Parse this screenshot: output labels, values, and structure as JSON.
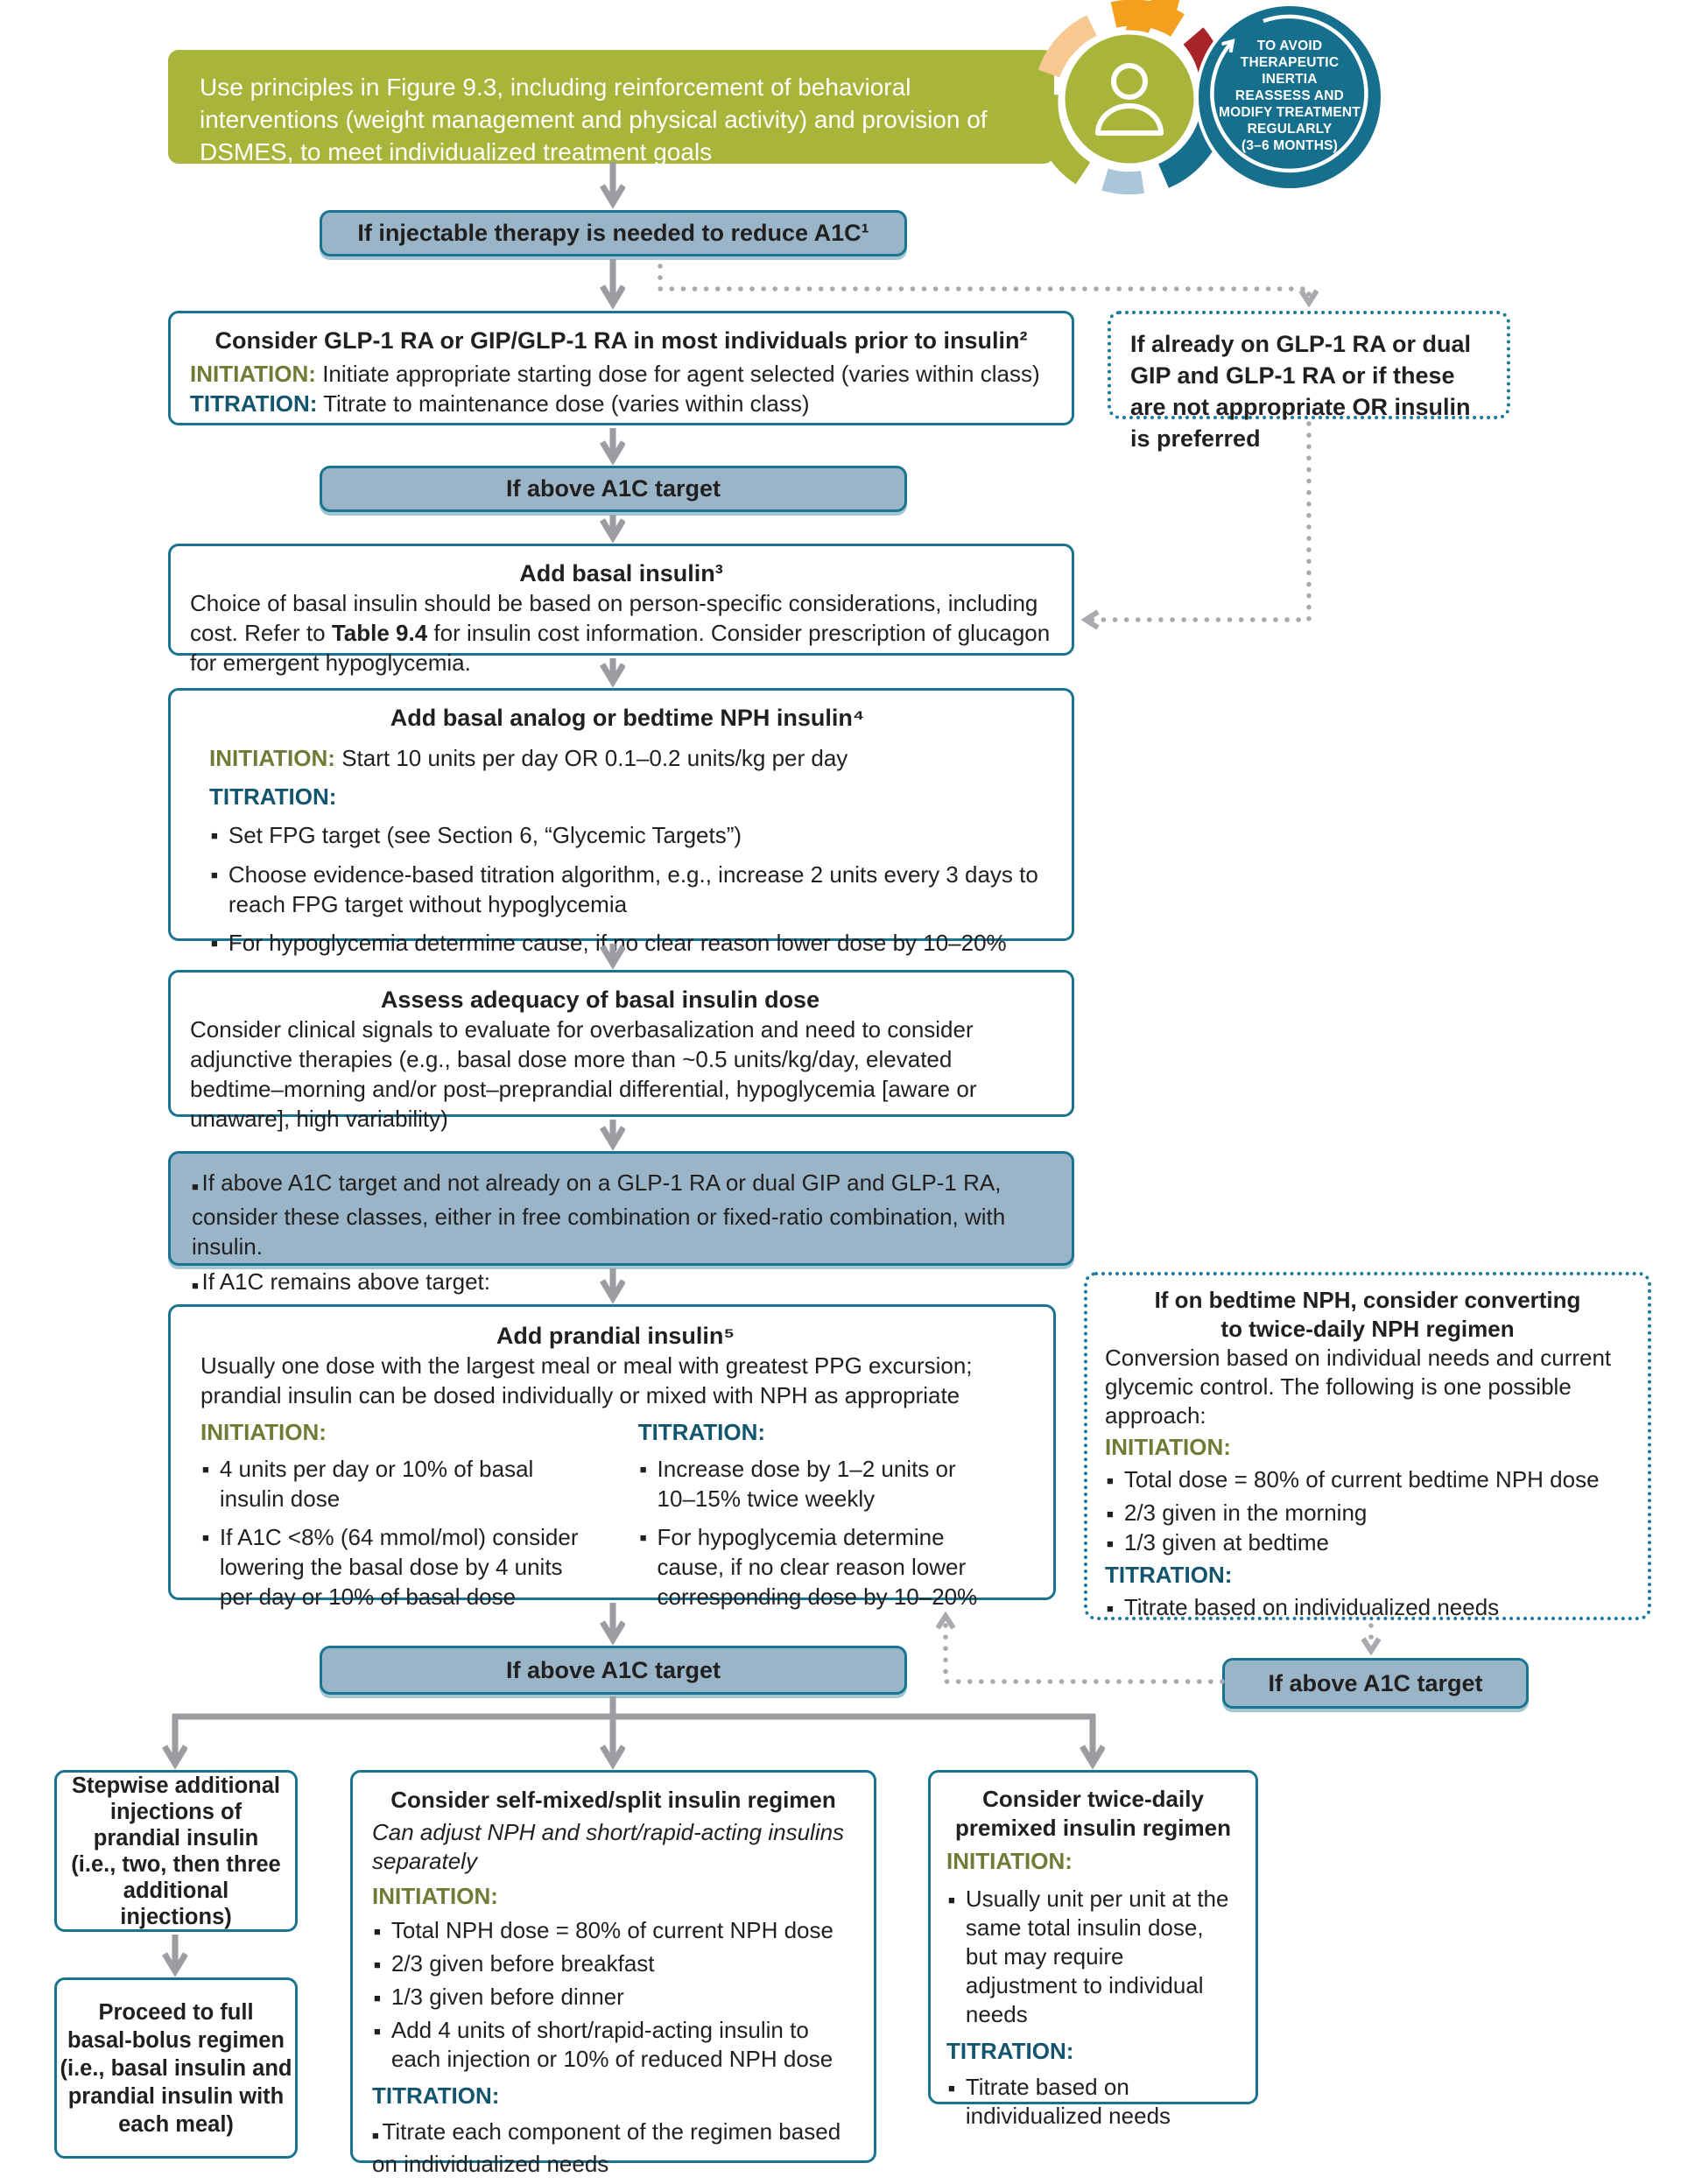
{
  "labels": {
    "initiation": "INITIATION:",
    "titration": "TITRATION:"
  },
  "header": {
    "text": "Use principles in Figure 9.3, including reinforcement of behavioral interventions (weight management and physical activity) and provision of DSMES, to meet individualized treatment goals"
  },
  "cycle": {
    "badge_text": "TO AVOID\nTHERAPEUTIC\nINERTIA\nREASSESS AND\nMODIFY TREATMENT\nREGULARLY\n(3–6 MONTHS)"
  },
  "boxes": {
    "injectable": {
      "title": "If injectable therapy is needed to reduce A1C¹"
    },
    "glp1": {
      "title": "Consider GLP-1 RA or GIP/GLP-1 RA in most individuals prior to insulin²",
      "initiation_text": "Initiate appropriate starting dose for agent selected (varies within class)",
      "titration_text": "Titrate to maintenance dose (varies within class)"
    },
    "already_on": {
      "text": "If already on GLP-1 RA or dual GIP and GLP-1 RA or if these are not appropriate OR insulin is preferred"
    },
    "above_a1c_1": {
      "title": "If above A1C target"
    },
    "add_basal": {
      "title": "Add basal insulin³",
      "body_pre": "Choice of basal insulin should be based on person-specific considerations, including cost. Refer to ",
      "body_bold": "Table 9.4",
      "body_post": " for insulin cost information. Consider prescription of glucagon for emergent hypoglycemia."
    },
    "basal_analog": {
      "title": "Add basal analog or bedtime NPH insulin⁴",
      "initiation_text": "Start 10 units per day OR 0.1–0.2 units/kg per day",
      "bullets": [
        "Set FPG target (see Section 6, “Glycemic Targets”)",
        "Choose evidence-based titration algorithm, e.g., increase 2 units every 3 days to reach FPG target without hypoglycemia",
        "For hypoglycemia determine cause, if no clear reason lower dose by 10–20%"
      ]
    },
    "assess": {
      "title": "Assess adequacy of basal insulin dose",
      "body": "Consider clinical signals to evaluate for overbasalization and need to consider adjunctive therapies (e.g., basal dose more than ~0.5 units/kg/day, elevated bedtime–morning and/or post–preprandial differential, hypoglycemia [aware or unaware], high variability)"
    },
    "consider_combo": {
      "bullet1": "If above A1C target and not already on a GLP-1 RA or dual GIP and GLP-1 RA, consider these classes, either in free combination or fixed-ratio combination, with insulin.",
      "bullet2": "If A1C remains above target:"
    },
    "prandial": {
      "title": "Add prandial insulin⁵",
      "body": "Usually one dose with the largest meal or meal with greatest PPG excursion; prandial insulin can be dosed individually or mixed with NPH as appropriate",
      "initiation_bullets": [
        "4 units per day or 10% of basal insulin dose",
        "If A1C <8% (64 mmol/mol) consider lowering the basal dose by 4 units per day or 10% of basal dose"
      ],
      "titration_bullets": [
        "Increase dose by 1–2 units or 10–15% twice weekly",
        "For hypoglycemia determine cause, if no clear reason lower corresponding dose by 10–20%"
      ]
    },
    "nph_convert": {
      "title": "If on bedtime NPH, consider converting\nto twice-daily NPH regimen",
      "body": "Conversion based on individual needs and current glycemic control. The following is one possible approach:",
      "initiation_bullets": [
        "Total dose = 80% of current bedtime NPH dose",
        "2/3 given in the morning",
        "1/3 given at bedtime"
      ],
      "titration_bullets": [
        "Titrate based on individualized needs"
      ]
    },
    "above_a1c_2": {
      "title": "If above A1C target"
    },
    "above_a1c_3": {
      "title": "If above A1C target"
    },
    "stepwise": {
      "text": "Stepwise additional\ninjections of\nprandial insulin\n(i.e., two, then three\nadditional\ninjections)"
    },
    "basal_bolus": {
      "text": "Proceed to full\nbasal-bolus regimen\n(i.e., basal insulin and\nprandial insulin with\neach meal)"
    },
    "self_mixed": {
      "title": "Consider self-mixed/split insulin regimen",
      "note": "Can adjust NPH and short/rapid-acting insulins separately",
      "initiation_bullets": [
        "Total NPH dose = 80% of current NPH dose",
        "2/3 given before breakfast",
        "1/3 given before dinner",
        "Add 4 units of short/rapid-acting insulin to each injection or 10% of reduced NPH dose"
      ],
      "titration_bullets": [
        "Titrate each component of the regimen based on individualized needs"
      ]
    },
    "premixed": {
      "title": "Consider twice-daily\npremixed insulin regimen",
      "initiation_bullets": [
        "Usually unit per unit at the same total insulin dose, but may require adjustment to individual needs"
      ],
      "titration_bullets": [
        "Titrate based on individualized needs"
      ]
    }
  },
  "colors": {
    "teal_border": "#1a7391",
    "blue_fill": "#9ab5c8",
    "green": "#a9b53a",
    "initiation_label": "#6e7d35",
    "titration_label": "#12556f",
    "arrow_gray": "#9b9da0",
    "badge_teal": "#176f8e",
    "red_arc": "#a8242a",
    "orange_arc": "#f3a01f",
    "peach_arc": "#f7c88f",
    "lightblue_arc": "#a9c7d9"
  }
}
